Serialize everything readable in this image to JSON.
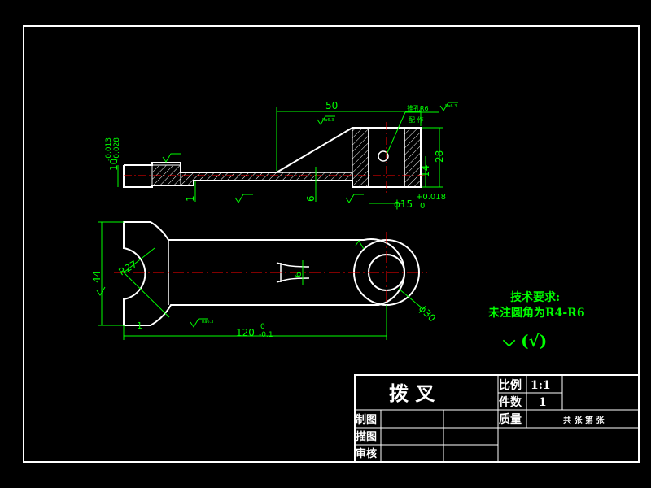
{
  "colors": {
    "background": "#000000",
    "outline": "#ffffff",
    "dimension": "#00ff00",
    "centerline": "#ff0000",
    "tolerance": "#ff00ff",
    "annotation": "#00ffff"
  },
  "top_view": {
    "dim_50": "50",
    "dim_28": "28",
    "dim_14": "14",
    "dim_6": "6",
    "dim_1": "1",
    "dim_10": "10",
    "tol_10_up": "-0.013",
    "tol_10_low": "-0.028",
    "dim_15": "ϕ15",
    "tol_15_up": "+0.018",
    "tol_15_low": "0",
    "note_hole": "锥孔R6",
    "note_fit": "配 作",
    "finish": "Ra6.3"
  },
  "plan_view": {
    "dim_44": "44",
    "dim_r27": "R27",
    "dim_6": "6",
    "dim_30": "ϕ30",
    "dim_120": "120",
    "tol_120_up": "0",
    "tol_120_low": "-0.1",
    "dim_1": "1",
    "finish": "Ra6.3"
  },
  "notes": {
    "title": "技术要求:",
    "line1": "未注圆角为R4-R6",
    "roughness": "⌵ (√)"
  },
  "title_block": {
    "part_name": "拨 叉",
    "scale_label": "比例",
    "scale_value": "1:1",
    "qty_label": "件数",
    "qty_value": "1",
    "drawn_label": "制图",
    "check_label": "描图",
    "review_label": "审核",
    "mass_label": "质量",
    "sheet_label": "共 张 第 张"
  }
}
